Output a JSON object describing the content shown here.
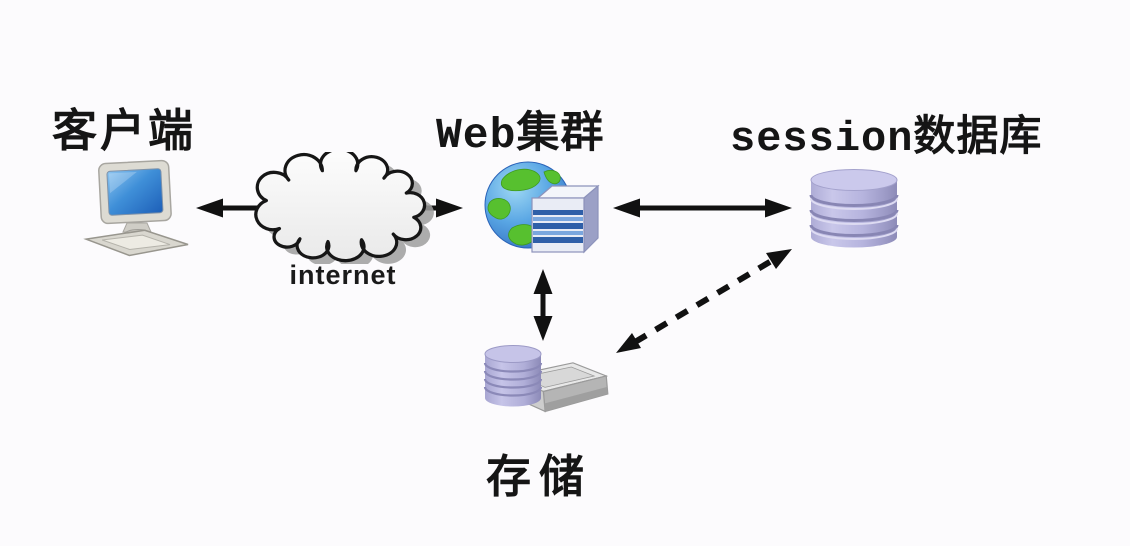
{
  "diagram": {
    "nodes": {
      "client": {
        "label": "客户端",
        "icon": "desktop-computer-icon"
      },
      "internet": {
        "label": "internet",
        "icon": "cloud-icon"
      },
      "web_cluster": {
        "label": "Web集群",
        "icon": "globe-server-icon"
      },
      "session_db": {
        "label": "session数据库",
        "icon": "database-cylinder-icon"
      },
      "storage": {
        "label": "存储",
        "icon": "disk-storage-icon"
      }
    },
    "edges": [
      {
        "from": "client",
        "to": "web_cluster",
        "via": "internet",
        "style": "solid",
        "bidirectional": true
      },
      {
        "from": "web_cluster",
        "to": "session_db",
        "style": "solid",
        "bidirectional": true
      },
      {
        "from": "web_cluster",
        "to": "storage",
        "style": "solid",
        "bidirectional": true
      },
      {
        "from": "storage",
        "to": "session_db",
        "style": "dashed",
        "bidirectional": true
      }
    ],
    "colors": {
      "background": "#fcfbfd",
      "arrow": "#111111",
      "cloud_fill": "#f5f5f5",
      "cloud_shadow": "#9d9d9d",
      "database_lavender": "#b6b4dc",
      "globe_ocean": "#4a90dc",
      "globe_land": "#57c02f",
      "server_stripe_blue": "#2f5fa8",
      "monitor_screen_blue": "#3f8fd8",
      "hdd_gray": "#b5b5b5",
      "text": "#151515"
    }
  }
}
